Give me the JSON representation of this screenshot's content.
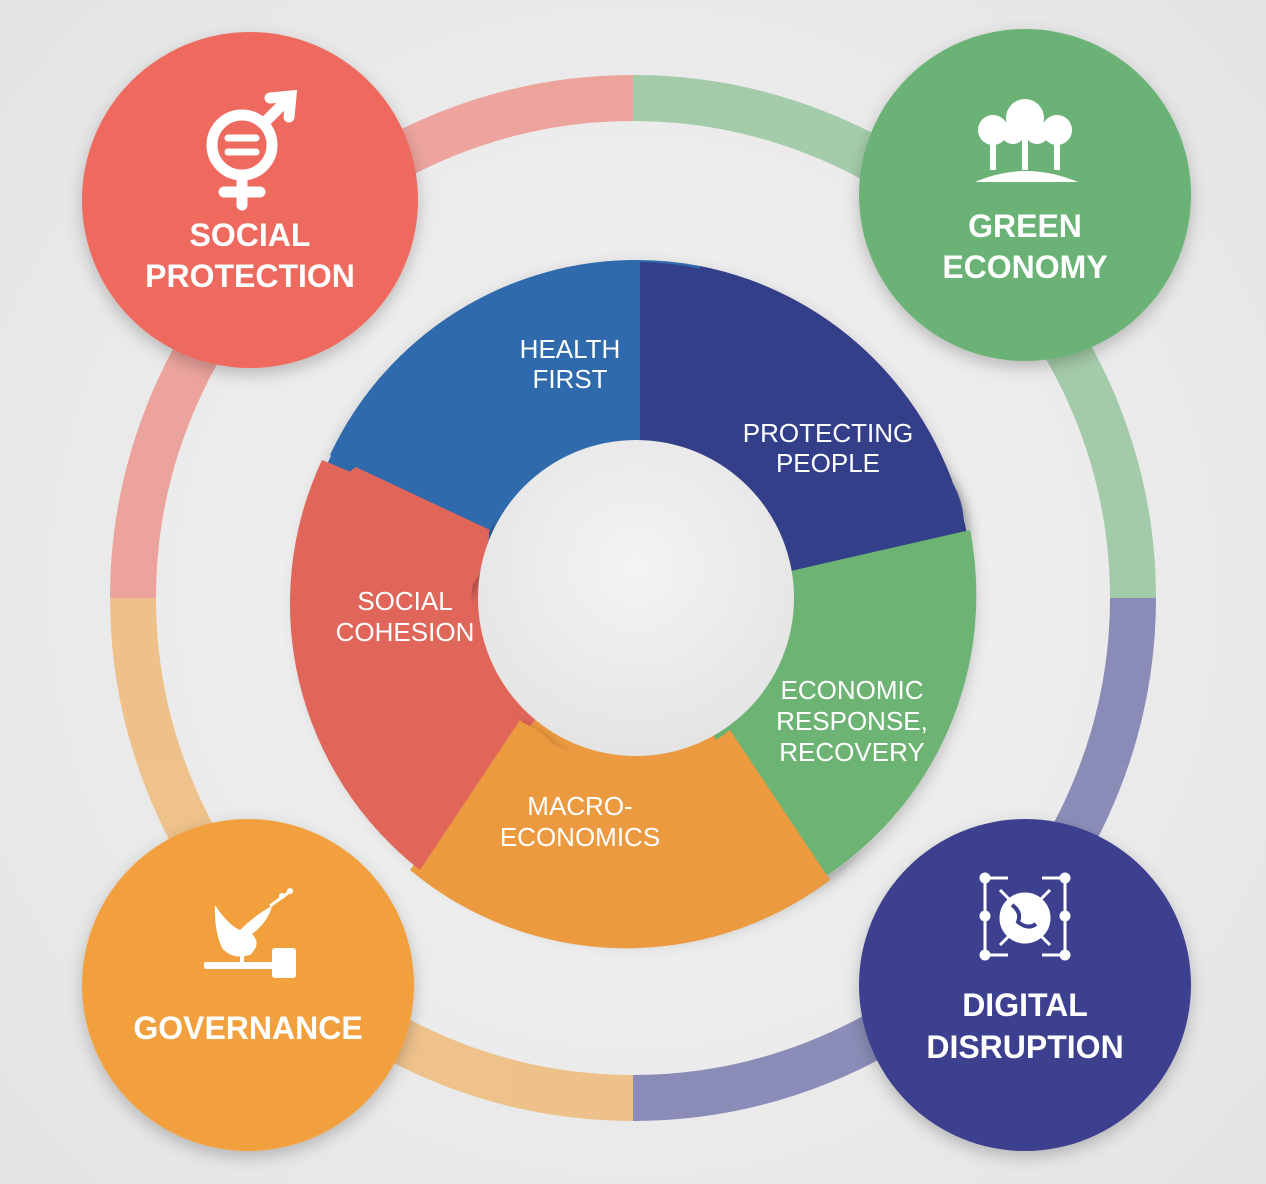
{
  "colors": {
    "background": "#ececec",
    "social_protection": "#ee6a5e",
    "green_economy": "#6bb274",
    "governance": "#f2a03e",
    "digital_disruption": "#3c3f8e",
    "health_first": "#2f6aad",
    "protecting_people": "#343f8a",
    "economic_response": "#6db373",
    "macro_economics": "#ec9a40",
    "social_cohesion": "#e1665a"
  },
  "inner_ring": {
    "health_first": {
      "line1": "HEALTH",
      "line2": "FIRST"
    },
    "protecting_people": {
      "line1": "PROTECTING",
      "line2": "PEOPLE"
    },
    "economic_response": {
      "line1": "ECONOMIC",
      "line2": "RESPONSE,",
      "line3": "RECOVERY"
    },
    "macro_economics": {
      "line1": "MACRO-",
      "line2": "ECONOMICS"
    },
    "social_cohesion": {
      "line1": "SOCIAL",
      "line2": "COHESION"
    }
  },
  "pillars": {
    "social_protection": {
      "line1": "SOCIAL",
      "line2": "PROTECTION",
      "icon": "gender-equality-icon"
    },
    "green_economy": {
      "line1": "GREEN",
      "line2": "ECONOMY",
      "icon": "trees-icon"
    },
    "governance": {
      "line1": "GOVERNANCE",
      "icon": "dove-gavel-icon"
    },
    "digital_disruption": {
      "line1": "DIGITAL",
      "line2": "DISRUPTION",
      "icon": "globe-circuit-icon"
    }
  }
}
